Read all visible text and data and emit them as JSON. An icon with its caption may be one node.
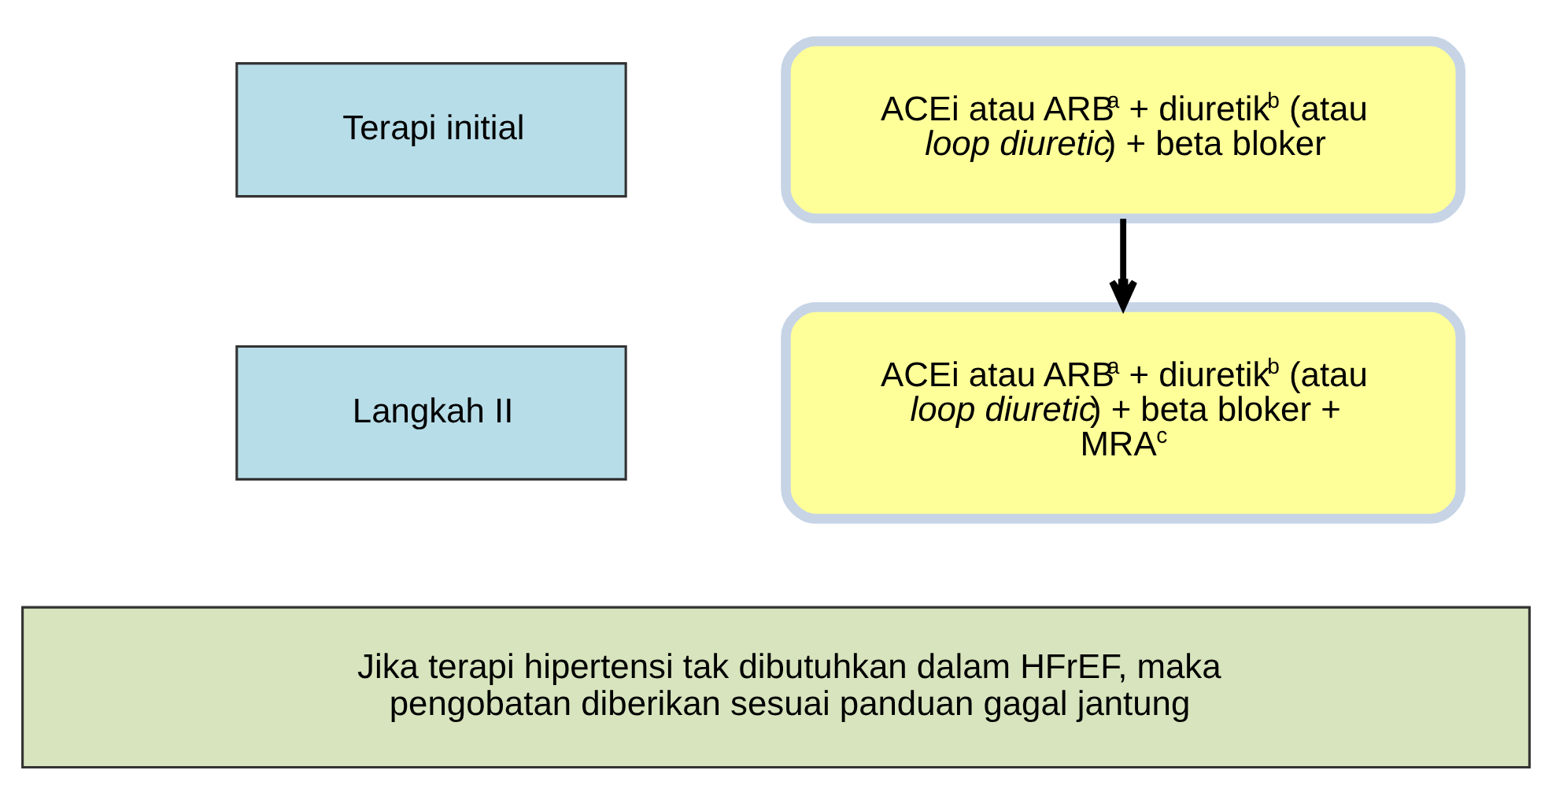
{
  "diagram": {
    "nodes": [
      {
        "text": [
          "Terapi initial"
        ]
      },
      {
        "text": [
          "ACEi atau ARB$^{a}$ + diuretik$^{b}$ (atau *loop diuretic*) + beta bloker"
        ]
      },
      {
        "text": [
          "Langkah II"
        ]
      },
      {
        "text": [
          "ACEi atau ARB$^{a}$ + diuretik$^{b}$ (atau *loop diuretic*) + beta bloker + MRA$^{c}$"
        ]
      },
      {
        "text": [
          "Jika terapi hipertensi tak dibutuhkan dalam HFrEF, maka pengobatan diberikan sesuai panduan gagal jantung"
        ]
      }
    ],
    "edges": [
      {
        "from": 1,
        "to": 3,
        "arrow": "to"
      }
    ]
  }
}
